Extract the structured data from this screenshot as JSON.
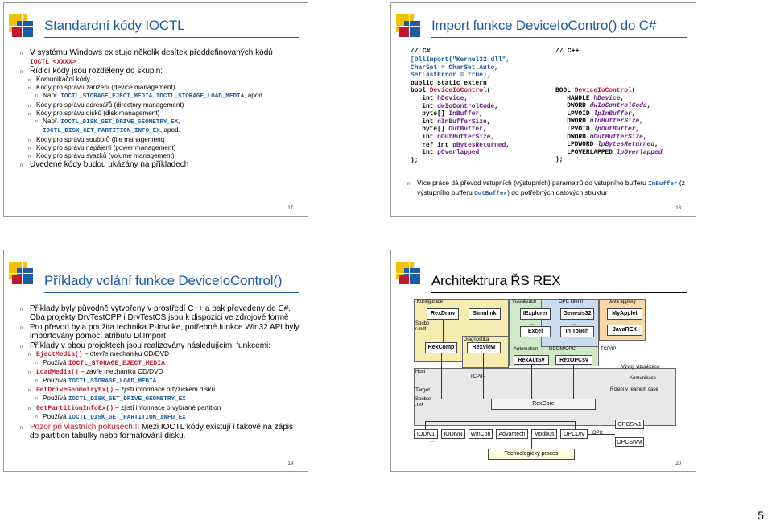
{
  "slide17": {
    "title": "Standardní kódy IOCTL",
    "number": "17",
    "items": [
      {
        "level": 1,
        "parts": [
          {
            "t": "V systému Windows existuje několik desítek předdefinovaných kódů "
          },
          {
            "t": "IOCTL_<XXXX>",
            "s": "cr"
          }
        ]
      },
      {
        "level": 1,
        "parts": [
          {
            "t": "Řídicí kódy jsou rozděleny do skupin:"
          }
        ]
      },
      {
        "level": 2,
        "parts": [
          {
            "t": "Komunikační kódy"
          }
        ]
      },
      {
        "level": 2,
        "parts": [
          {
            "t": "Kódy pro správu zařízení (device management)"
          }
        ]
      },
      {
        "level": 3,
        "parts": [
          {
            "t": "Např. "
          },
          {
            "t": "IOCTL_STORAGE_EJECT_MEDIA",
            "s": "cb"
          },
          {
            "t": ", "
          },
          {
            "t": "IOCTL_STORAGE_LOAD_MEDIA",
            "s": "cb"
          },
          {
            "t": ", apod."
          }
        ]
      },
      {
        "level": 2,
        "parts": [
          {
            "t": "Kódy pro správu adresářů (directory management)"
          }
        ]
      },
      {
        "level": 2,
        "parts": [
          {
            "t": "Kódy pro správu disků (disk management)"
          }
        ]
      },
      {
        "level": 3,
        "parts": [
          {
            "t": "Např. "
          },
          {
            "t": "IOCTL_DISK_GET_DRIVE_GEOMETRY_EX",
            "s": "cb"
          },
          {
            "t": ", "
          },
          {
            "t": "IOCTL_DISK_GET_PARTITION_INFO_EX",
            "s": "cb"
          },
          {
            "t": ", apod."
          }
        ]
      },
      {
        "level": 2,
        "parts": [
          {
            "t": "Kódy pro správu souborů (file management)"
          }
        ]
      },
      {
        "level": 2,
        "parts": [
          {
            "t": "Kódy pro správu napájení (power management)"
          }
        ]
      },
      {
        "level": 2,
        "parts": [
          {
            "t": "Kódy pro správu svazků (volume management)"
          }
        ]
      },
      {
        "level": 1,
        "parts": [
          {
            "t": "Uvedené kódy budou ukázány na příkladech"
          }
        ]
      }
    ]
  },
  "slide18": {
    "title": "Import funkce DeviceIoContro() do C#",
    "number": "18",
    "cs_header": "// C#",
    "cpp_header": "// C++",
    "cs_code": [
      [
        {
          "t": "[DllImport(\"Kernel32.dll\",",
          "c": "b"
        }
      ],
      [
        {
          "t": "CharSet = CharSet.Auto,",
          "c": "b"
        }
      ],
      [
        {
          "t": "SetLastError = true)]",
          "c": "b"
        }
      ],
      [
        {
          "t": "public static extern"
        }
      ],
      [
        {
          "t": "bool "
        },
        {
          "t": "DeviceIoControl",
          "c": "r"
        },
        {
          "t": "("
        }
      ],
      [
        {
          "t": "   int "
        },
        {
          "t": "hDevice",
          "c": "pu"
        },
        {
          "t": ","
        }
      ],
      [
        {
          "t": "   int "
        },
        {
          "t": "dwIoControlCode",
          "c": "pu"
        },
        {
          "t": ","
        }
      ],
      [
        {
          "t": "   byte[] "
        },
        {
          "t": "InBuffer",
          "c": "pu"
        },
        {
          "t": ","
        }
      ],
      [
        {
          "t": "   int "
        },
        {
          "t": "nInBufferSize",
          "c": "pu"
        },
        {
          "t": ","
        }
      ],
      [
        {
          "t": "   byte[] "
        },
        {
          "t": "OutBuffer",
          "c": "pu"
        },
        {
          "t": ","
        }
      ],
      [
        {
          "t": "   int "
        },
        {
          "t": "nOutBufferSize",
          "c": "pu"
        },
        {
          "t": ","
        }
      ],
      [
        {
          "t": "   ref int "
        },
        {
          "t": "pBytesReturned",
          "c": "pu"
        },
        {
          "t": ","
        }
      ],
      [
        {
          "t": "   int "
        },
        {
          "t": "pOverlapped",
          "c": "pu"
        }
      ],
      [
        {
          "t": ");"
        }
      ]
    ],
    "cpp_code": [
      [
        {
          "t": "BOOL "
        },
        {
          "t": "DeviceIoControl",
          "c": "r"
        },
        {
          "t": "("
        }
      ],
      [
        {
          "t": "   HANDLE "
        },
        {
          "t": "hDevice",
          "c": "it"
        },
        {
          "t": ","
        }
      ],
      [
        {
          "t": "   DWORD "
        },
        {
          "t": "dwIoControlCode",
          "c": "it"
        },
        {
          "t": ","
        }
      ],
      [
        {
          "t": "   LPVOID "
        },
        {
          "t": "lpInBuffer",
          "c": "it"
        },
        {
          "t": ","
        }
      ],
      [
        {
          "t": "   DWORD "
        },
        {
          "t": "nInBufferSize",
          "c": "it"
        },
        {
          "t": ","
        }
      ],
      [
        {
          "t": "   LPVOID "
        },
        {
          "t": "lpOutBuffer",
          "c": "it"
        },
        {
          "t": ","
        }
      ],
      [
        {
          "t": "   DWORD "
        },
        {
          "t": "nOutBufferSize",
          "c": "it"
        },
        {
          "t": ","
        }
      ],
      [
        {
          "t": "   LPDWORD "
        },
        {
          "t": "lpBytesReturned",
          "c": "it"
        },
        {
          "t": ","
        }
      ],
      [
        {
          "t": "   LPOVERLAPPED "
        },
        {
          "t": "lpOverlapped",
          "c": "it"
        }
      ],
      [
        {
          "t": ");"
        }
      ]
    ],
    "note": [
      {
        "t": "Více práce dá převod vstupních (výstupních) parametrů do vstupního bufferu "
      },
      {
        "t": "InBuffer",
        "s": "cb"
      },
      {
        "t": " (z výstupního bufferu "
      },
      {
        "t": "OutBuffer",
        "s": "cb"
      },
      {
        "t": ") do potřebných datových struktur"
      }
    ]
  },
  "slide19": {
    "title": "Příklady volání funkce DeviceIoControl()",
    "number": "19",
    "items": [
      {
        "level": 1,
        "parts": [
          {
            "t": "Příklady byly původně vytvořeny v prostředí C++ a pak převedeny do C#. Oba projekty DrvTestCPP i DrvTestCS jsou k dispozici ve zdrojové formě"
          }
        ]
      },
      {
        "level": 1,
        "parts": [
          {
            "t": "Pro převod byla použita technika P-Invoke, potřebné funkce Win32 API byly importovány pomocí atributu DllImport"
          }
        ]
      },
      {
        "level": 1,
        "parts": [
          {
            "t": "Příklady v obou projektech jsou realizovány následujícími funkcemi:"
          }
        ]
      },
      {
        "level": 2,
        "parts": [
          {
            "t": "EjectMedia()",
            "s": "cr"
          },
          {
            "t": " – otevře mechaniku CD/DVD"
          }
        ]
      },
      {
        "level": 3,
        "parts": [
          {
            "t": "Používá "
          },
          {
            "t": "IOCTL_STORAGE_EJECT_MEDIA",
            "s": "cr"
          }
        ]
      },
      {
        "level": 2,
        "parts": [
          {
            "t": "LoadMedia()",
            "s": "cr"
          },
          {
            "t": " – zavře mechaniku CD/DVD"
          }
        ]
      },
      {
        "level": 3,
        "parts": [
          {
            "t": "Používá "
          },
          {
            "t": "IOCTL_STORAGE_LOAD_MEDIA",
            "s": "cb"
          }
        ]
      },
      {
        "level": 2,
        "parts": [
          {
            "t": "GetDriveGeometryEx()",
            "s": "cr"
          },
          {
            "t": " – zjistí informace o fyzickém disku"
          }
        ]
      },
      {
        "level": 3,
        "parts": [
          {
            "t": "Používá "
          },
          {
            "t": "IOCTL_DISK_GET_DRIVE_GEOMETRY_EX",
            "s": "cb"
          }
        ]
      },
      {
        "level": 2,
        "parts": [
          {
            "t": "GetPartitionInfoEx()",
            "s": "cr"
          },
          {
            "t": " – zjistí informace o vybrané partition"
          }
        ]
      },
      {
        "level": 3,
        "parts": [
          {
            "t": "Používá "
          },
          {
            "t": "IOCTL_DISK_GET_PARTITION_INFO_EX",
            "s": "cb"
          }
        ]
      },
      {
        "level": 1,
        "parts": [
          {
            "t": "Pozor při vlastních pokusech!!!",
            "s": "red"
          },
          {
            "t": " Mezi IOCTL kódy existují i takové na zápis do partition tabulky nebo formátování disku."
          }
        ]
      }
    ]
  },
  "slide20": {
    "title": "Architektrura ŘS REX",
    "number": "20",
    "labels": {
      "konfigurace": "Konfigurace",
      "vizualizace": "Vizualizace",
      "opc_klienti": "OPC klienti",
      "java_applety": "Java applety",
      "soubor_mdl": "Soubo r.mdl",
      "host": "Host",
      "target": "Target",
      "soubor_rex": "Soubor .rex",
      "diagnostika": "Diagnostika",
      "automation": "Automation",
      "dcom_opc": "DCOM/OPC",
      "tcp_ip_1": "TCP/IP",
      "tcp_ip_2": "TCP/IP",
      "vyvoj": "Vývoj, vizualizace",
      "komunikace": "Komunikace",
      "rizeni": "Řízení v reálném čase",
      "opc": "OPC",
      "ellipsis": "…"
    },
    "boxes": {
      "rexdraw": "RexDraw",
      "simulink": "Simulink",
      "iexplorer": "IExplorer",
      "genesis": "Genesis32",
      "myapplet": "MyApplet",
      "excel": "Excel",
      "intouch": "In Touch",
      "javarex": "JavaREX",
      "rexcomp": "RexComp",
      "rexview": "RexView",
      "rexautsv": "RexAutSv",
      "rexopcsv": "RexOPCsv",
      "rexcore": "RexCore",
      "iodrv1": "IODrv1",
      "iodrvn": "IODrvN",
      "wincon": "WinCon",
      "advantech": "Advantech",
      "modbus": "Modbus",
      "opcdrv": "OPCDrv",
      "opcsrv1": "OPCSrv1",
      "opcsrvm": "OPCSrvM",
      "tech": "Technologický proces"
    }
  },
  "page": {
    "number": "5"
  }
}
